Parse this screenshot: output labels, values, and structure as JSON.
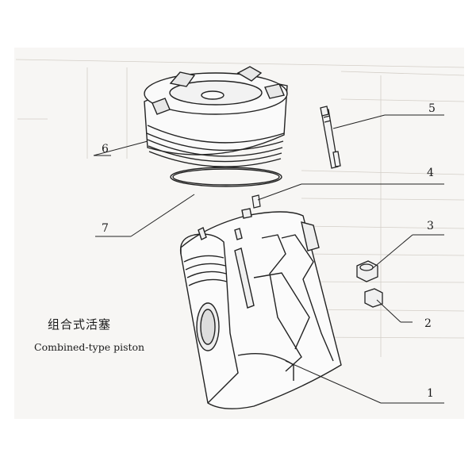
{
  "caption": {
    "chinese": "组合式活塞",
    "english": "Combined-type piston"
  },
  "callouts": [
    "1",
    "2",
    "3",
    "4",
    "5",
    "6",
    "7"
  ],
  "colors": {
    "line": "#222222",
    "paper": "#f7f6f4",
    "faded": "#c9c4bd"
  }
}
